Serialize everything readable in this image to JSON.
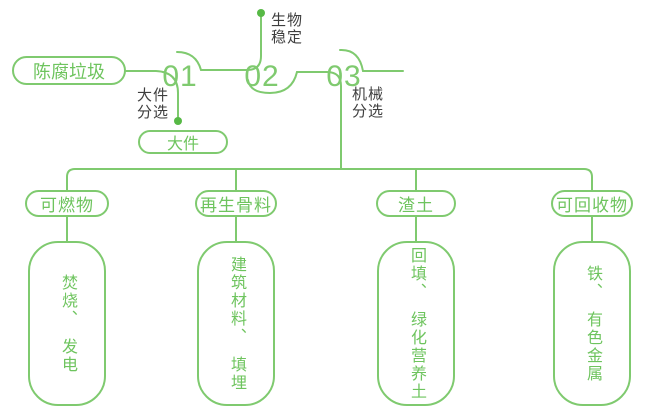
{
  "colors": {
    "line_green": "#7fca6f",
    "text_green": "#6ec45e",
    "dot_green": "#57b946",
    "label_dark": "#3e3e3e",
    "background": "#ffffff"
  },
  "source": {
    "label": "陈腐垃圾"
  },
  "steps": [
    {
      "num": "01",
      "label": "大件\n分选",
      "branch": "大件"
    },
    {
      "num": "02",
      "label": "生物\n稳定"
    },
    {
      "num": "03",
      "label": "机械\n分选"
    }
  ],
  "outputs": [
    {
      "category": "可燃物",
      "result": "焚烧、　发电"
    },
    {
      "category": "再生骨料",
      "result": "建筑材料、　填埋"
    },
    {
      "category": "渣土",
      "result": "回填、　绿化营养土"
    },
    {
      "category": "可回收物",
      "result": "铁、　有色金属"
    }
  ]
}
